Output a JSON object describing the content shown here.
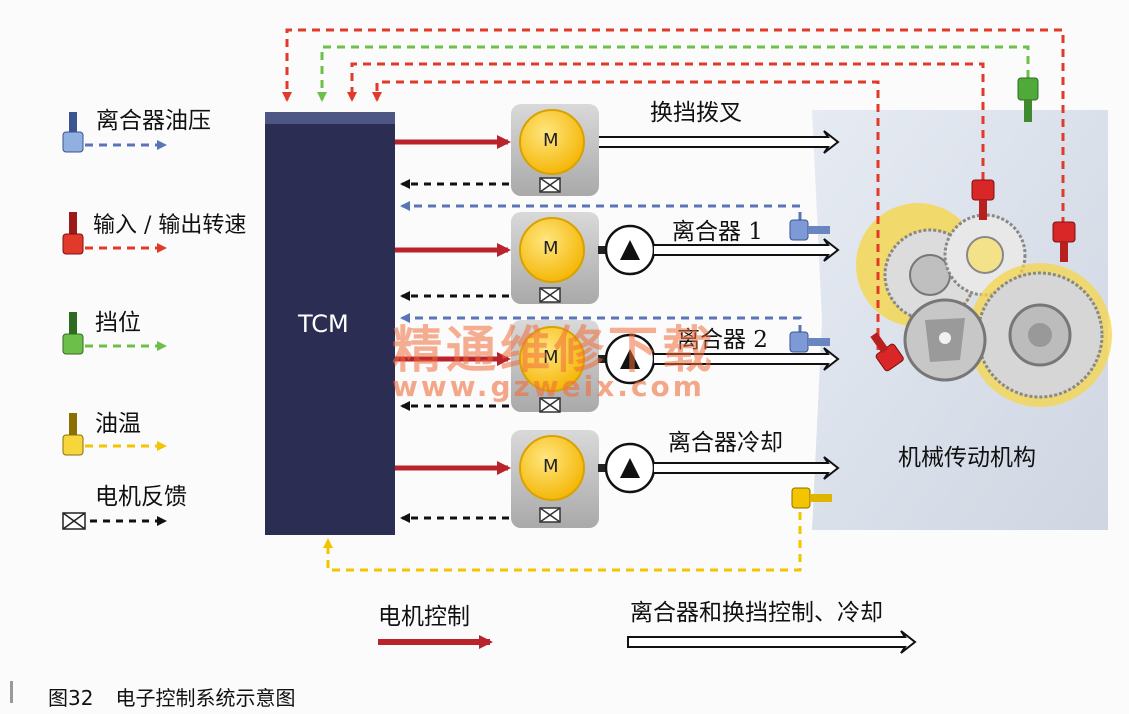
{
  "legend": {
    "clutch_pressure": "离合器油压",
    "io_speed": "输入 / 输出转速",
    "gear_position": "挡位",
    "oil_temp": "油温",
    "motor_feedback": "电机反馈"
  },
  "tcm_label": "TCM",
  "motor_label": "M",
  "outputs": {
    "shift_fork": "换挡拨叉",
    "clutch1": "离合器 1",
    "clutch2": "离合器 2",
    "clutch_cooling": "离合器冷却"
  },
  "mechanism_label": "机械传动机构",
  "bottom_legend": {
    "motor_control": "电机控制",
    "clutch_shift_cooling": "离合器和换挡控制、冷却"
  },
  "watermark": {
    "text": "精通维修下载",
    "url": "www.gzweix.com"
  },
  "caption": {
    "number": "图32",
    "title": "电子控制系统示意图"
  },
  "colors": {
    "tcm": "#2b2d52",
    "motor_control": "#b8232c",
    "pressure": "#5a74b8",
    "speed": "#e23a2a",
    "gear": "#6cc04a",
    "temp": "#f2c500",
    "feedback": "#111111"
  }
}
